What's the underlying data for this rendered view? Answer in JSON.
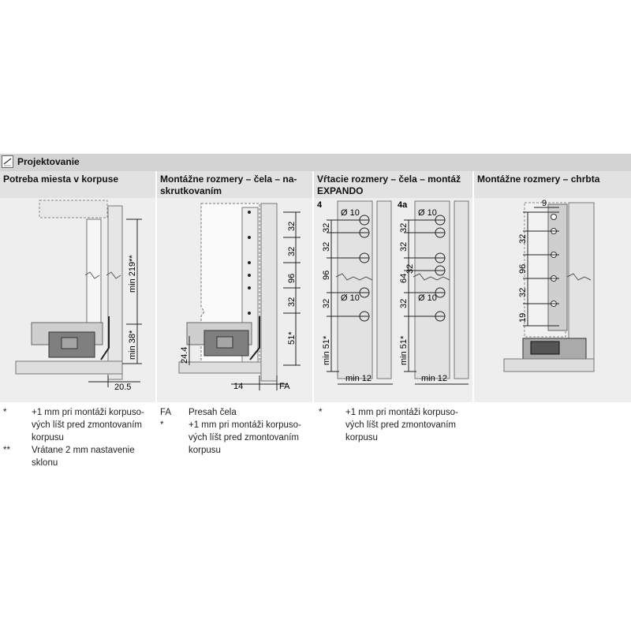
{
  "section_title": "Projektovanie",
  "columns": [
    {
      "title": "Potreba miesta v korpuse"
    },
    {
      "title_line1": "Montážne rozmery – čela – na-",
      "title_line2": "skrutkovaním"
    },
    {
      "title_line1": "Vŕtacie rozmery – čela – montáž",
      "title_line2": "EXPANDO"
    },
    {
      "title": "Montážne rozmery – chrbta"
    }
  ],
  "diagram1": {
    "dim_height": "min 219**",
    "dim_lower": "min 38*",
    "dim_width": "20.5"
  },
  "diagram2": {
    "dims": [
      "32",
      "32",
      "96",
      "32",
      "51*"
    ],
    "dim_left": "24.4",
    "dim_bottom": "14",
    "dim_fa": "FA"
  },
  "diagram3": {
    "left": {
      "variant": "4",
      "hole1": "Ø 10",
      "hole2": "Ø 10",
      "dims": [
        "32",
        "32",
        "96",
        "32",
        "min 51*"
      ],
      "bottom": "min 12"
    },
    "right": {
      "variant": "4a",
      "hole1": "Ø 10",
      "hole2": "Ø 10",
      "dims": [
        "32",
        "32",
        "64",
        "32",
        "32",
        "min 51*"
      ],
      "bottom": "min 12"
    }
  },
  "diagram4": {
    "dim_top": "9",
    "dims": [
      "32",
      "96",
      "32",
      "19"
    ]
  },
  "notes1": [
    {
      "mark": "*",
      "text1": "+1 mm pri montáži korpuso-",
      "text2": "vých líšt pred zmontovaním",
      "text3": "korpusu"
    },
    {
      "mark": "**",
      "text1": "Vrátane 2 mm nastavenie",
      "text2": "sklonu"
    }
  ],
  "notes2": [
    {
      "mark": "FA",
      "text1": "Presah čela"
    },
    {
      "mark": "*",
      "text1": "+1 mm pri montáži korpuso-",
      "text2": "vých líšt pred zmontovaním",
      "text3": "korpusu"
    }
  ],
  "notes3": [
    {
      "mark": "*",
      "text1": "+1 mm pri montáži korpuso-",
      "text2": "vých líšt pred zmontovaním",
      "text3": "korpusu"
    }
  ]
}
